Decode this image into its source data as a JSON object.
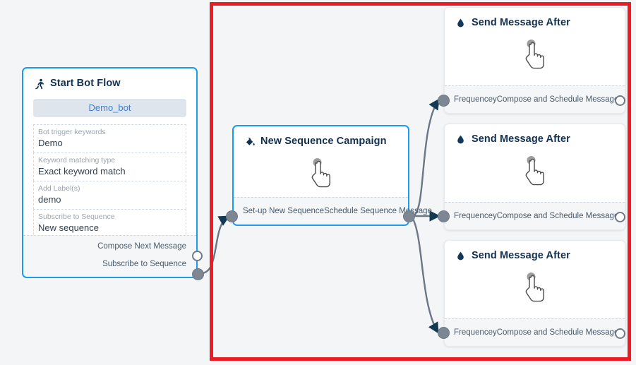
{
  "canvas": {
    "background_color": "#f4f5f7",
    "highlight_color": "#ed1c24",
    "accent_color": "#1c9aee",
    "title_color": "#123050"
  },
  "nodes": {
    "start_bot_flow": {
      "title": "Start Bot Flow",
      "icon": "running-person-icon",
      "pill_label": "Demo_bot",
      "fields": [
        {
          "label": "Bot trigger keywords",
          "value": "Demo"
        },
        {
          "label": "Keyword matching type",
          "value": "Exact keyword match"
        },
        {
          "label": "Add Label(s)",
          "value": "demo"
        },
        {
          "label": "Subscribe to Sequence",
          "value": "New sequence"
        }
      ],
      "ports": [
        {
          "label": "Compose Next Message",
          "style": "hollow"
        },
        {
          "label": "Subscribe to Sequence",
          "style": "filled"
        }
      ]
    },
    "new_sequence_campaign": {
      "title": "New Sequence Campaign",
      "icon": "paint-bucket-icon",
      "body_icon": "hand-cursor-icon",
      "input_port_label": "Set-up New Sequence",
      "output_port_label": "Schedule Sequence Message"
    },
    "send_message_after_1": {
      "title": "Send Message After",
      "icon": "droplet-icon",
      "body_icon": "hand-cursor-icon",
      "input_port_label": "Frequencey",
      "output_port_label": "Compose and Schedule Message"
    },
    "send_message_after_2": {
      "title": "Send Message After",
      "icon": "droplet-icon",
      "body_icon": "hand-cursor-icon",
      "input_port_label": "Frequencey",
      "output_port_label": "Compose and Schedule Message"
    },
    "send_message_after_3": {
      "title": "Send Message After",
      "icon": "droplet-icon",
      "body_icon": "hand-cursor-icon",
      "input_port_label": "Frequencey",
      "output_port_label": "Compose and Schedule Message"
    }
  },
  "edges": [
    {
      "from": "start-bot-flow.subscribe-to-sequence",
      "to": "new-sequence-campaign.set-up-new-sequence"
    },
    {
      "from": "new-sequence-campaign.schedule-sequence-message",
      "to": "send-message-after-1.frequencey"
    },
    {
      "from": "new-sequence-campaign.schedule-sequence-message",
      "to": "send-message-after-2.frequencey"
    },
    {
      "from": "new-sequence-campaign.schedule-sequence-message",
      "to": "send-message-after-3.frequencey"
    }
  ]
}
